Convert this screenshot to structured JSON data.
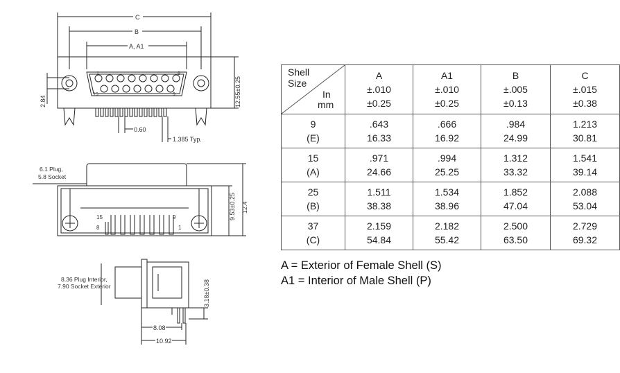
{
  "drawings": {
    "top_view": {
      "dim_c": "C",
      "dim_b": "B",
      "dim_a_a1": "A, A1",
      "dim_height": "12.55±0.25",
      "dim_side": "2.84",
      "dim_pin_spacing": "0.60",
      "dim_pitch": "1.385 Typ.",
      "pin_num_1": "1",
      "pin_num_8": "8",
      "pin_num_9": "9",
      "pin_num_15": "15"
    },
    "front_view": {
      "plug_socket_label": "6.1 Plug,\n5.8 Socket",
      "dim_953": "9.53±0.25",
      "dim_124": "12.4",
      "pin_num_15": "15",
      "pin_num_9": "9",
      "pin_num_8": "8",
      "pin_num_1": "1"
    },
    "side_view": {
      "interior_label": "8.36 Plug Interior,\n7.90 Socket Exterior",
      "dim_318": "3.18±0.38",
      "dim_808": "8.08",
      "dim_1092": "10.92"
    }
  },
  "table": {
    "corner": {
      "shell_size": "Shell\nSize",
      "inch": "In",
      "mm": "mm"
    },
    "columns": [
      {
        "name": "A",
        "tol_in": "±.010",
        "tol_mm": "±0.25"
      },
      {
        "name": "A1",
        "tol_in": "±.010",
        "tol_mm": "±0.25"
      },
      {
        "name": "B",
        "tol_in": "±.005",
        "tol_mm": "±0.13"
      },
      {
        "name": "C",
        "tol_in": "±.015",
        "tol_mm": "±0.38"
      }
    ],
    "rows": [
      {
        "size": "9",
        "code": "(E)",
        "in": [
          ".643",
          ".666",
          ".984",
          "1.213"
        ],
        "mm": [
          "16.33",
          "16.92",
          "24.99",
          "30.81"
        ]
      },
      {
        "size": "15",
        "code": "(A)",
        "in": [
          ".971",
          ".994",
          "1.312",
          "1.541"
        ],
        "mm": [
          "24.66",
          "25.25",
          "33.32",
          "39.14"
        ]
      },
      {
        "size": "25",
        "code": "(B)",
        "in": [
          "1.511",
          "1.534",
          "1.852",
          "2.088"
        ],
        "mm": [
          "38.38",
          "38.96",
          "47.04",
          "53.04"
        ]
      },
      {
        "size": "37",
        "code": "(C)",
        "in": [
          "2.159",
          "2.182",
          "2.500",
          "2.729"
        ],
        "mm": [
          "54.84",
          "55.42",
          "63.50",
          "69.32"
        ]
      }
    ]
  },
  "notes": {
    "a": "A = Exterior of Female Shell (S)",
    "a1": "A1 = Interior of Male Shell (P)"
  }
}
